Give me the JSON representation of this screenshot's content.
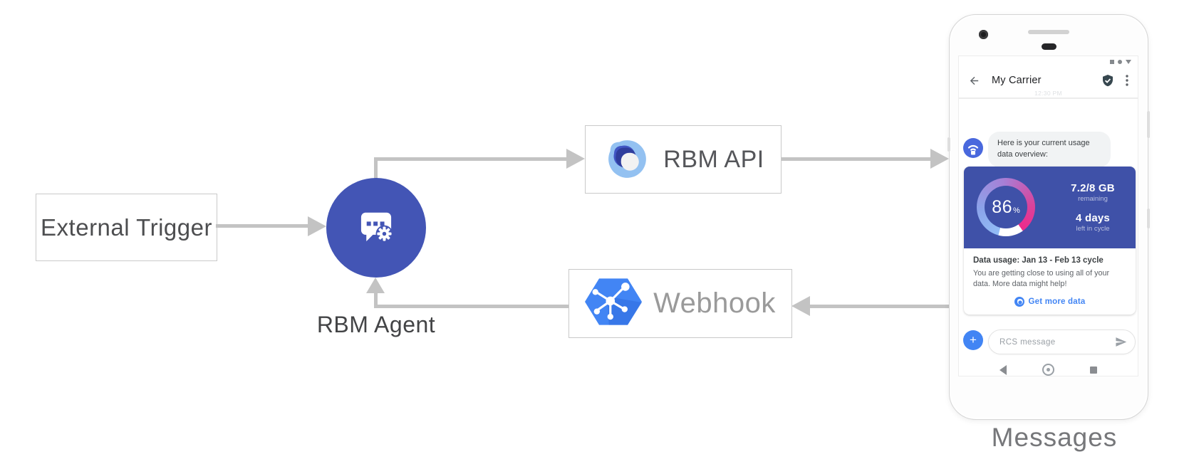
{
  "diagram": {
    "external_trigger_label": "External Trigger",
    "rbm_agent_label": "RBM Agent",
    "rbm_api_label": "RBM API",
    "webhook_label": "Webhook",
    "phone_caption": "Messages"
  },
  "phone": {
    "status_icons": [
      "square",
      "dot",
      "triangle"
    ],
    "header": {
      "back_icon": "arrow-back",
      "title": "My Carrier",
      "verified_icon": "verified-shield",
      "menu_icon": "three-dot-menu"
    },
    "timestamp": "12:30 PM",
    "agent_avatar_icon": "carrier-broadcast",
    "message_bubble": "Here is your current usage data overview:",
    "usage_card": {
      "percent_value": 86,
      "percent": "86",
      "percent_sign": "%",
      "amount": "7.2/8 GB",
      "amount_caption": "remaining",
      "days": "4 days",
      "days_caption": "left in cycle",
      "title": "Data usage: Jan 13 - Feb 13 cycle",
      "body": "You are getting close to using all of your data. More data might help!",
      "cta_icon": "globe",
      "cta_label": "Get more data"
    },
    "compose": {
      "add_icon": "plus",
      "add_label": "+",
      "placeholder": "RCS message",
      "send_icon": "send-arrow"
    },
    "nav_icons": [
      "back-triangle",
      "home-circle",
      "recents-square"
    ]
  },
  "colors": {
    "agent_circle": "#4355b5",
    "usage_card_blue": "#3f51a8",
    "google_blue": "#4285f4",
    "gauge_gradient": [
      "#93bdf6",
      "#a77fd6",
      "#ee2a8b"
    ],
    "arrow_gray": "#c3c3c3"
  }
}
